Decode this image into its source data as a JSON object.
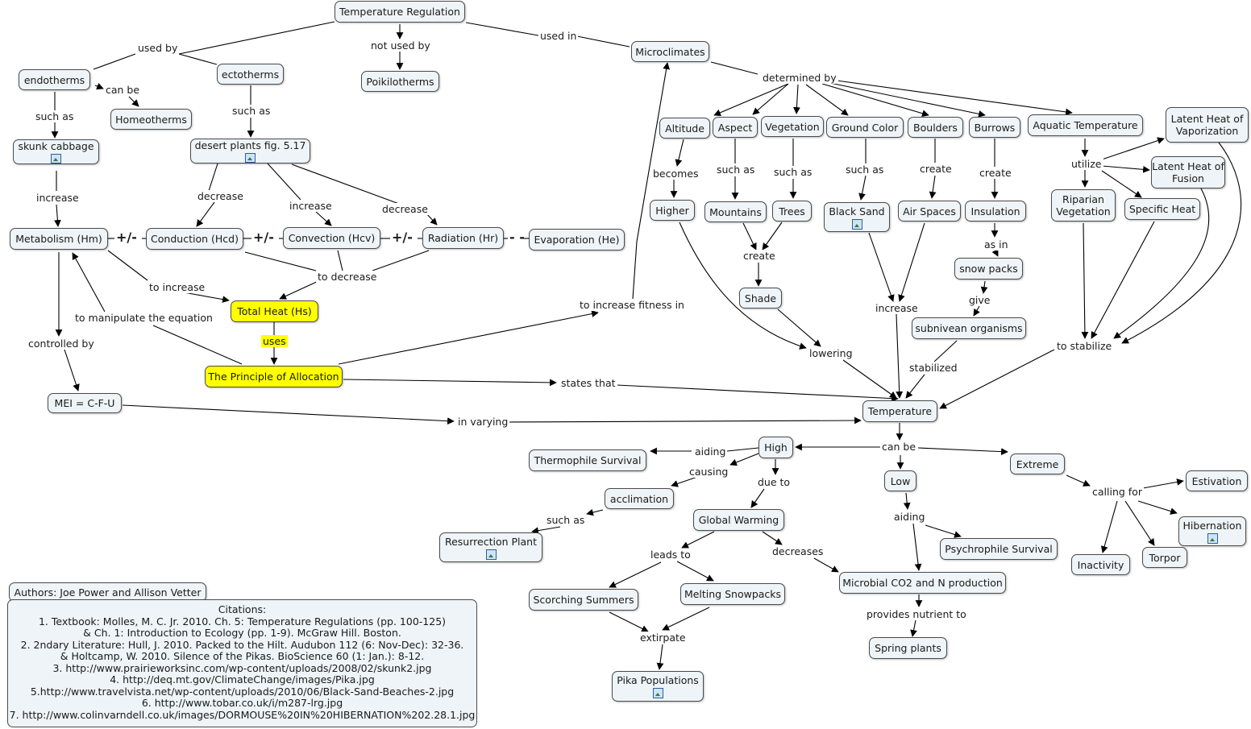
{
  "nodes": {
    "temp_reg": "Temperature Regulation",
    "microclimates": "Microclimates",
    "poikilotherms": "Poikilotherms",
    "endotherms": "endotherms",
    "ectotherms": "ectotherms",
    "homeotherms": "Homeotherms",
    "skunk_cabbage": "skunk cabbage",
    "desert_plants": "desert plants fig. 5.17",
    "metabolism": "Metabolism (Hm)",
    "conduction": "Conduction (Hcd)",
    "convection": "Convection (Hcv)",
    "radiation": "Radiation (Hr)",
    "evaporation": "Evaporation (He)",
    "total_heat": "Total Heat (Hs)",
    "principle": "The Principle of Allocation",
    "mei": "MEI = C-F-U",
    "altitude": "Altitude",
    "aspect": "Aspect",
    "vegetation": "Vegetation",
    "ground_color": "Ground Color",
    "boulders": "Boulders",
    "burrows": "Burrows",
    "aquatic_temp": "Aquatic Temperature",
    "latent_vap": "Latent Heat of Vaporization",
    "latent_fusion": "Latent Heat of Fusion",
    "higher": "Higher",
    "mountains": "Mountains",
    "trees": "Trees",
    "black_sand": "Black Sand",
    "air_spaces": "Air Spaces",
    "insulation": "Insulation",
    "riparian": "Riparian Vegetation",
    "specific_heat": "Specific Heat",
    "snow_packs": "snow packs",
    "shade": "Shade",
    "subnivean": "subnivean organisms",
    "temperature": "Temperature",
    "high": "High",
    "low": "Low",
    "extreme": "Extreme",
    "thermophile": "Thermophile Survival",
    "acclimation": "acclimation",
    "resurrection": "Resurrection Plant",
    "global_warming": "Global Warming",
    "psychrophile": "Psychrophile Survival",
    "microbial": "Microbial CO2 and N production",
    "spring_plants": "Spring plants",
    "scorching": "Scorching Summers",
    "melting": "Melting Snowpacks",
    "pika": "Pika Populations",
    "estivation": "Estivation",
    "hibernation": "Hibernation",
    "inactivity": "Inactivity",
    "torpor": "Torpor",
    "authors": "Authors: Joe Power and Allison Vetter"
  },
  "labels": {
    "used_by": "used by",
    "not_used_by": "not used by",
    "used_in": "used in",
    "can_be_1": "can be",
    "such_as_1": "such as",
    "such_as_2": "such as",
    "increase_1": "increase",
    "decrease_1": "decrease",
    "increase_2": "increase",
    "decrease_2": "decrease",
    "pm_1": "+/-",
    "pm_2": "+/-",
    "pm_3": "+/-",
    "dash": "- -",
    "to_increase": "to increase",
    "to_decrease": "to decrease",
    "uses": "uses",
    "manipulate": "to manipulate the equation",
    "controlled_by": "controlled by",
    "fitness": "to increase fitness in",
    "states_that": "states that",
    "in_varying": "in varying",
    "determined_by": "determined by",
    "becomes": "becomes",
    "such_as_3": "such as",
    "such_as_4": "such as",
    "such_as_5": "such as",
    "create_1": "create",
    "create_2": "create",
    "create_3": "create",
    "utilize": "utilize",
    "as_in": "as in",
    "give": "give",
    "increase_3": "increase",
    "lowering": "lowering",
    "stabilized": "stabilized",
    "to_stabilize": "to stabilize",
    "can_be_2": "can be",
    "aiding_1": "aiding",
    "causing": "causing",
    "due_to": "due to",
    "such_as_6": "such as",
    "leads_to": "leads to",
    "decreases": "decreases",
    "aiding_2": "aiding",
    "provides": "provides nutrient to",
    "extirpate": "extirpate",
    "calling_for": "calling for"
  },
  "citations": {
    "title": "Citations:",
    "lines": [
      "1.  Textbook:  Molles, M. C. Jr.  2010.  Ch. 5:  Temperature Regulations (pp. 100-125)",
      "& Ch. 1:  Introduction to Ecology (pp. 1-9).  McGraw Hill.  Boston.",
      "2.  2ndary Literature:  Hull, J. 2010.  Packed to the Hilt.  Audubon 112 (6: Nov-Dec): 32-36.",
      "& Holtcamp, W.  2010.  Silence of the Pikas.  BioScience 60 (1: Jan.): 8-12.",
      "3. http://www.prairieworksinc.com/wp-content/uploads/2008/02/skunk2.jpg",
      "4. http://deq.mt.gov/ClimateChange/images/Pika.jpg",
      "5.http://www.travelvista.net/wp-content/uploads/2010/06/Black-Sand-Beaches-2.jpg",
      "6. http://www.tobar.co.uk/i/m287-lrg.jpg",
      "7. http://www.colinvarndell.co.uk/images/DORMOUSE%20IN%20HIBERNATION%202.28.1.jpg"
    ]
  },
  "colors": {
    "node_fill": "#eef4f8",
    "highlight": "#ffff00",
    "line": "#000000"
  }
}
